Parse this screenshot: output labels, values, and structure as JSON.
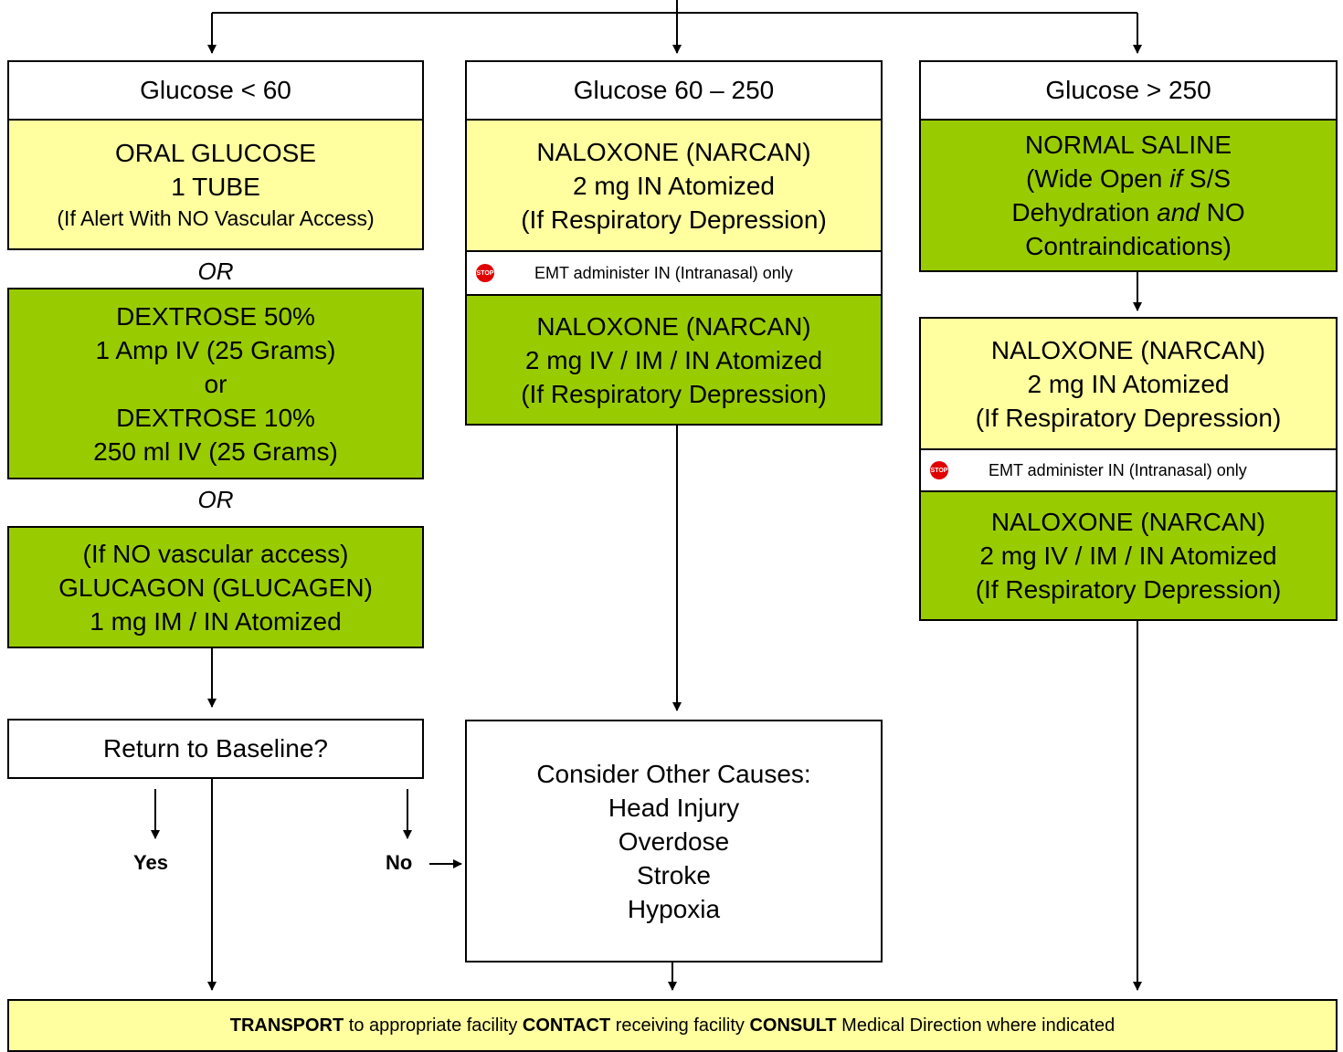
{
  "col1": {
    "header": "Glucose < 60",
    "oral": [
      "ORAL GLUCOSE",
      "1 TUBE",
      "(If Alert With NO Vascular Access)"
    ],
    "or1": "OR",
    "dextrose": [
      "DEXTROSE 50%",
      "1 Amp IV (25 Grams)",
      "or",
      "DEXTROSE 10%",
      "250 ml IV (25 Grams)"
    ],
    "or2": "OR",
    "glucagon": [
      "(If NO vascular access)",
      "GLUCAGON (GLUCAGEN)",
      "1 mg IM / IN Atomized"
    ],
    "baseline": "Return to Baseline?",
    "yes": "Yes",
    "no": "No"
  },
  "col2": {
    "header": "Glucose 60 – 250",
    "nal_in": [
      "NALOXONE (NARCAN)",
      "2 mg IN Atomized",
      "(If Respiratory Depression)"
    ],
    "emt": "EMT administer IN (Intranasal) only",
    "nal_iv": [
      "NALOXONE (NARCAN)",
      "2 mg IV / IM / IN Atomized",
      "(If Respiratory Depression)"
    ],
    "causes": [
      "Consider Other Causes:",
      "Head Injury",
      "Overdose",
      "Stroke",
      "Hypoxia"
    ]
  },
  "col3": {
    "header": "Glucose > 250",
    "saline": {
      "l1": "NORMAL SALINE",
      "l2a": "(Wide Open ",
      "l2b": "if",
      "l2c": " S/S",
      "l3a": "Dehydration ",
      "l3b": "and",
      "l3c": " NO",
      "l4": "Contraindications)"
    },
    "nal_in": [
      "NALOXONE (NARCAN)",
      "2 mg IN Atomized",
      "(If Respiratory Depression)"
    ],
    "emt": "EMT administer IN (Intranasal) only",
    "nal_iv": [
      "NALOXONE (NARCAN)",
      "2 mg IV / IM / IN Atomized",
      "(If Respiratory Depression)"
    ]
  },
  "stop_icon_text": "STOP",
  "bottom": {
    "t1": "TRANSPORT",
    "t2": " to appropriate facility ",
    "t3": "CONTACT",
    "t4": " receiving facility ",
    "t5": "CONSULT",
    "t6": " Medical Direction where indicated"
  },
  "colors": {
    "yellow": "#ffffa0",
    "green": "#99cc00",
    "stop": "#e00000"
  }
}
